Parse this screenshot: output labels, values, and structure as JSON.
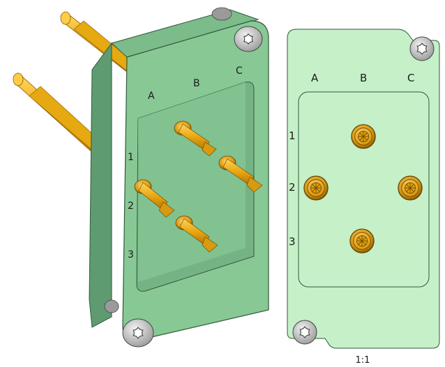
{
  "iso_view": {
    "column_labels": [
      "A",
      "B",
      "C"
    ],
    "row_labels": [
      "1",
      "2",
      "3"
    ]
  },
  "front_view": {
    "column_labels": [
      "A",
      "B",
      "C"
    ],
    "row_labels": [
      "1",
      "2",
      "3"
    ],
    "scale": "1:1"
  },
  "icons": {
    "screw": "torx-screw-icon",
    "contact": "gold-spring-contact-icon"
  },
  "colors": {
    "housing": "#88c895",
    "housing_dark": "#5f9b70",
    "panel": "#c6f0c8",
    "gold": "#e6a912",
    "screw": "#c8c8c8"
  }
}
